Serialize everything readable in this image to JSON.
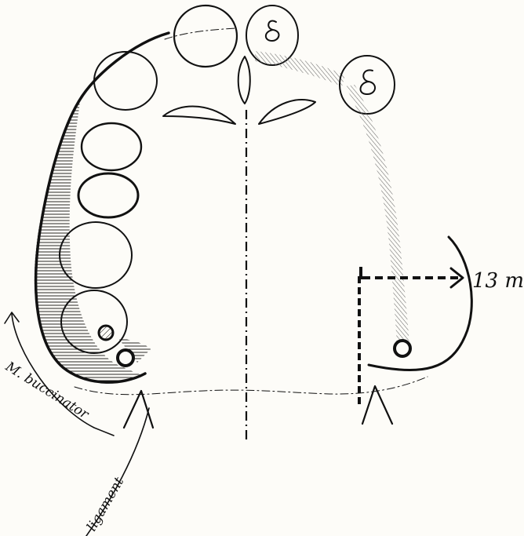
{
  "diagram": {
    "measurement_label": "13 m",
    "muscle_label": "M. buccinator",
    "ligament_label": "ligament",
    "colors": {
      "ink": "#111111",
      "paper": "#fdfcf8",
      "hatch": "#6b6b6b"
    }
  }
}
